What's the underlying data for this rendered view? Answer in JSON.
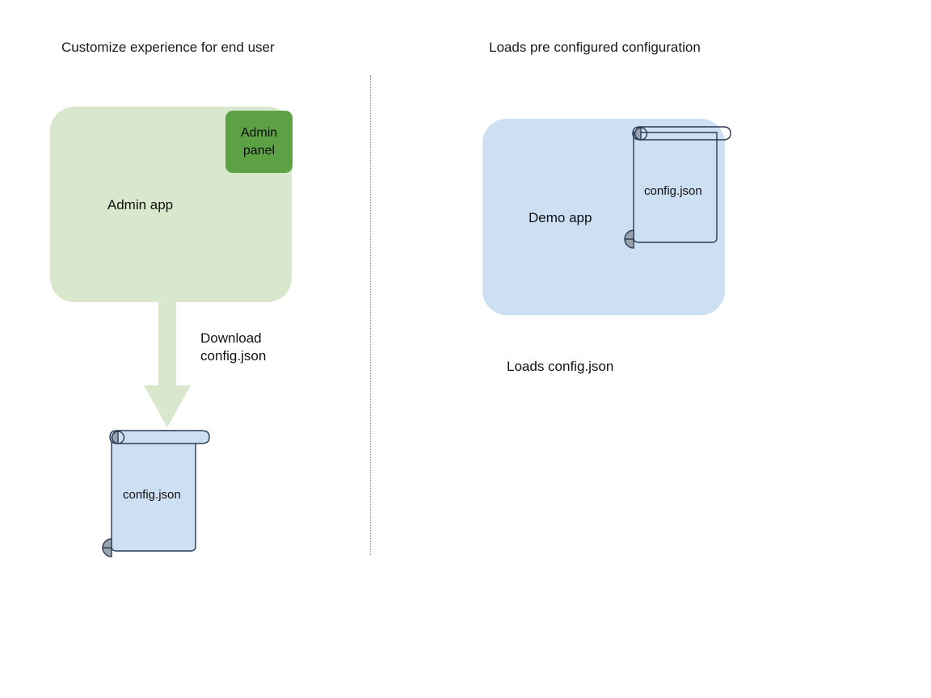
{
  "diagram": {
    "title_left": "Customize experience for end user",
    "title_right": "Loads pre configured configuration",
    "colors": {
      "admin_app_fill": "#d9e8cd",
      "admin_panel_fill": "#5ca245",
      "demo_app_fill": "#cddff3",
      "scroll_fill": "#cddff3",
      "scroll_stroke": "#2b3a55",
      "scroll_curl_fill": "#9aa3ad",
      "arrow_fill": "#d9e8cd",
      "divider_stroke": "#8a8a8a",
      "text": "#111111"
    }
  },
  "left_column": {
    "heading": "Customize experience for end user",
    "admin_app": {
      "label": "Admin app",
      "panel_label": "Admin\npanel"
    },
    "arrow": {
      "label": "Download\nconfig.json",
      "direction": "down"
    },
    "document": {
      "label": "config.json"
    }
  },
  "right_column": {
    "heading": "Loads pre configured configuration",
    "demo_app": {
      "label": "Demo app",
      "document": {
        "label": "config.json"
      }
    },
    "caption": "Loads config.json"
  }
}
